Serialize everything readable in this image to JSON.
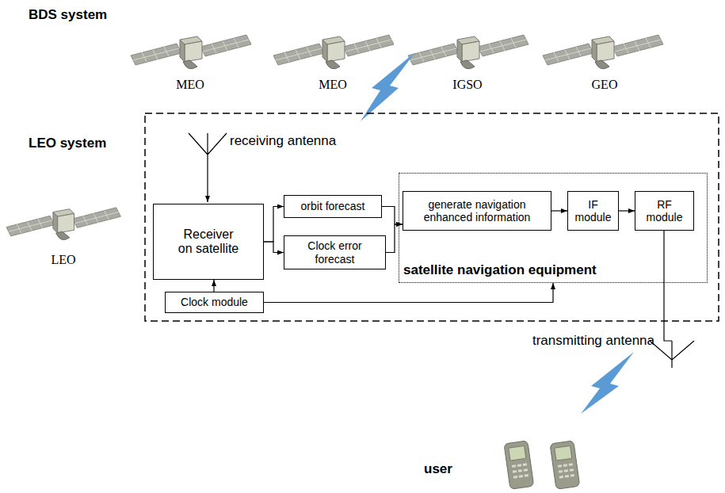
{
  "diagram": {
    "nodes": [
      {
        "text": [
          "Receiver on satellite"
        ]
      },
      {
        "text": [
          "orbit forecast"
        ]
      },
      {
        "text": [
          "Clock error forecast"
        ]
      },
      {
        "text": [
          "satellite navigation equipment"
        ]
      },
      {
        "text": [
          "generate navigation enhanced information"
        ],
        "in": 3
      },
      {
        "text": [
          "IF module"
        ],
        "in": 3
      },
      {
        "text": [
          "RF module"
        ],
        "in": 3
      },
      {
        "text": [
          "Clock module"
        ]
      }
    ],
    "edges": [
      {
        "from": 0,
        "to": 1,
        "arrow": "to"
      },
      {
        "from": 0,
        "to": 2,
        "arrow": "to"
      },
      {
        "from": 1,
        "to": 4,
        "arrow": "to"
      },
      {
        "from": 2,
        "to": 4,
        "arrow": "to"
      },
      {
        "from": 4,
        "to": 5,
        "arrow": "to"
      },
      {
        "from": 5,
        "to": 6,
        "arrow": "to"
      },
      {
        "from": 7,
        "to": 0,
        "arrow": "to"
      },
      {
        "from": 7,
        "to": 3,
        "arrow": "to"
      }
    ],
    "labels": [
      "BDS system",
      "MEO",
      "MEO",
      "IGSO",
      "GEO",
      "LEO system",
      "LEO",
      "receiving antenna",
      "transmitting antenna",
      "user"
    ]
  }
}
